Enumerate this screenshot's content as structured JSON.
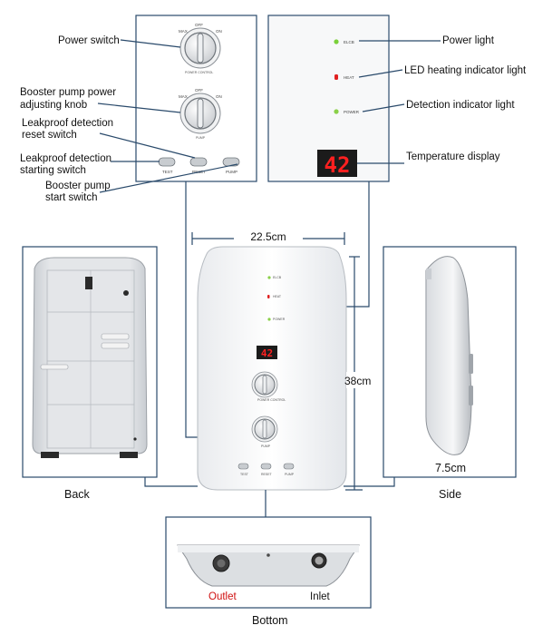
{
  "labels": {
    "power_switch": "Power switch",
    "booster_knob": [
      "Booster pump power",
      "adjusting knob"
    ],
    "leak_reset": [
      "Leakproof detection",
      "reset switch"
    ],
    "leak_start": [
      "Leakproof detection",
      "starting switch"
    ],
    "booster_start": [
      "Booster pump",
      "start switch"
    ],
    "power_light": "Power light",
    "led_heating": "LED heating indicator light",
    "detection_light": "Detection indicator light",
    "temperature_display": "Temperature display"
  },
  "panel": {
    "knob1_scale": [
      "MAX",
      "OFF",
      "ON"
    ],
    "knob1_caption": "POWER CONTROL",
    "knob2_scale": [
      "MAX",
      "OFF",
      "ON"
    ],
    "knob2_caption": "PUMP",
    "buttons": [
      "TEST",
      "RESET",
      "PUMP"
    ],
    "indicators": [
      "ELCB",
      "HEAT",
      "POWER"
    ],
    "display_value": "42"
  },
  "dimensions": {
    "width": "22.5cm",
    "height": "38cm",
    "depth": "7.5cm"
  },
  "views": {
    "back": "Back",
    "side": "Side",
    "bottom": "Bottom",
    "outlet": "Outlet",
    "inlet": "Inlet"
  },
  "colors": {
    "frame_line": "#2a4a6b",
    "heat_led": "#e02020",
    "elcb_led": "#7ad03a",
    "power_led": "#8ad048",
    "display_digits": "#ff2020",
    "outlet_text": "#d01010"
  }
}
